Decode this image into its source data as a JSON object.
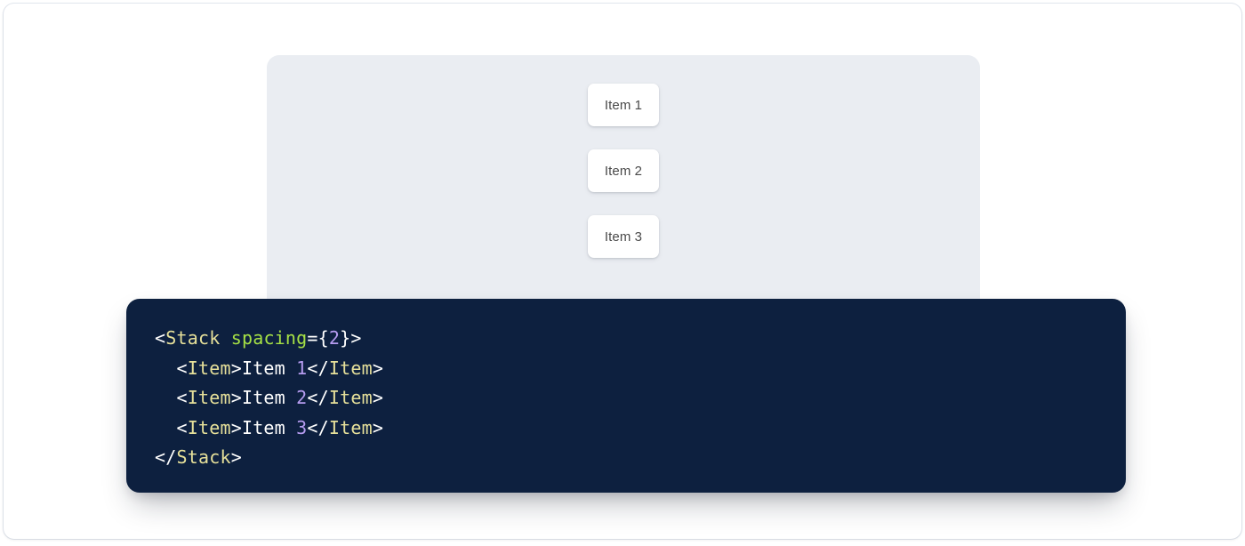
{
  "colors": {
    "page_background": "#ffffff",
    "frame_background": "#ffffff",
    "preview_panel_background": "#eaedf2",
    "item_card_background": "#ffffff",
    "item_card_text": "#4a4a4a",
    "code_block_background": "#0d203f",
    "code_punctuation": "#ffffff",
    "code_tag": "#e6e09a",
    "code_attribute": "#a5e045",
    "code_number": "#b69cf0",
    "code_text": "#ffffff"
  },
  "preview": {
    "stack": {
      "items": [
        {
          "label": "Item 1"
        },
        {
          "label": "Item 2"
        },
        {
          "label": "Item 3"
        }
      ]
    }
  },
  "code": {
    "language": "jsx",
    "lines": [
      {
        "indent": "",
        "tokens": [
          {
            "text": "<",
            "type": "punct"
          },
          {
            "text": "Stack",
            "type": "tag"
          },
          {
            "text": " ",
            "type": "punct"
          },
          {
            "text": "spacing",
            "type": "attr"
          },
          {
            "text": "=",
            "type": "punct"
          },
          {
            "text": "{",
            "type": "punct"
          },
          {
            "text": "2",
            "type": "num"
          },
          {
            "text": "}",
            "type": "punct"
          },
          {
            "text": ">",
            "type": "punct"
          }
        ]
      },
      {
        "indent": "  ",
        "tokens": [
          {
            "text": "<",
            "type": "punct"
          },
          {
            "text": "Item",
            "type": "tag"
          },
          {
            "text": ">",
            "type": "punct"
          },
          {
            "text": "Item ",
            "type": "text"
          },
          {
            "text": "1",
            "type": "num"
          },
          {
            "text": "</",
            "type": "punct"
          },
          {
            "text": "Item",
            "type": "tag"
          },
          {
            "text": ">",
            "type": "punct"
          }
        ]
      },
      {
        "indent": "  ",
        "tokens": [
          {
            "text": "<",
            "type": "punct"
          },
          {
            "text": "Item",
            "type": "tag"
          },
          {
            "text": ">",
            "type": "punct"
          },
          {
            "text": "Item ",
            "type": "text"
          },
          {
            "text": "2",
            "type": "num"
          },
          {
            "text": "</",
            "type": "punct"
          },
          {
            "text": "Item",
            "type": "tag"
          },
          {
            "text": ">",
            "type": "punct"
          }
        ]
      },
      {
        "indent": "  ",
        "tokens": [
          {
            "text": "<",
            "type": "punct"
          },
          {
            "text": "Item",
            "type": "tag"
          },
          {
            "text": ">",
            "type": "punct"
          },
          {
            "text": "Item ",
            "type": "text"
          },
          {
            "text": "3",
            "type": "num"
          },
          {
            "text": "</",
            "type": "punct"
          },
          {
            "text": "Item",
            "type": "tag"
          },
          {
            "text": ">",
            "type": "punct"
          }
        ]
      },
      {
        "indent": "",
        "tokens": [
          {
            "text": "</",
            "type": "punct"
          },
          {
            "text": "Stack",
            "type": "tag"
          },
          {
            "text": ">",
            "type": "punct"
          }
        ]
      }
    ]
  }
}
